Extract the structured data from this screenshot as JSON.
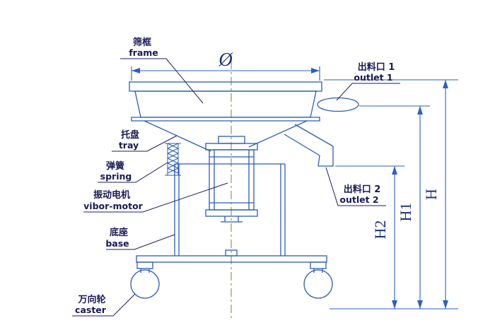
{
  "title": "vibrating-sieve-technical-diagram",
  "colors": {
    "background": "#ffffff",
    "drawing_line": "#2b5cb8",
    "label_text": "#191955",
    "dimension_text": "#1b2f7e",
    "centerline": "#7c7c4a"
  },
  "labels": {
    "frame": {
      "cn": "筛框",
      "en": "frame"
    },
    "tray": {
      "cn": "托盘",
      "en": "tray"
    },
    "spring": {
      "cn": "弹簧",
      "en": "spring"
    },
    "motor": {
      "cn": "振动电机",
      "en": "vibor-motor"
    },
    "base": {
      "cn": "底座",
      "en": "base"
    },
    "caster": {
      "cn": "万向轮",
      "en": "caster"
    },
    "outlet1": {
      "cn": "出料口 1",
      "en": "outlet 1"
    },
    "outlet2": {
      "cn": "出料口 2",
      "en": "outlet 2"
    }
  },
  "dimensions": {
    "diameter": "Ø",
    "height_total": "H",
    "height_outlet1": "H1",
    "height_outlet2": "H2"
  }
}
